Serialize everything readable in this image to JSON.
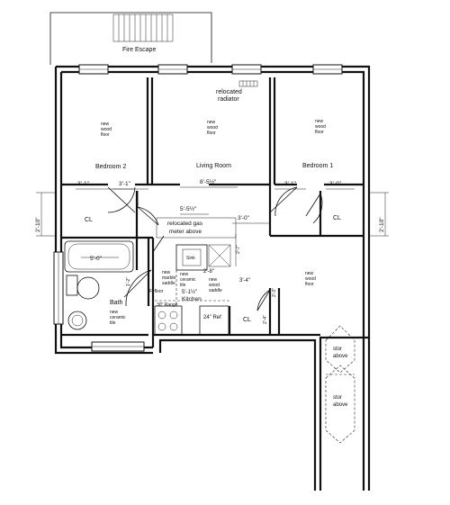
{
  "plan": {
    "fire_escape": "Fire Escape",
    "rooms": {
      "bedroom2": "Bedroom 2",
      "living_room": "Living Room",
      "bedroom1": "Bedroom 1",
      "bath": "Bath",
      "kitchen": "Kitchen",
      "closet_left": "CL",
      "closet_right": "CL",
      "closet_kitchen": "CL"
    },
    "notes": {
      "relocated_radiator": [
        "relocated",
        "radiator"
      ],
      "relocated_gas": [
        "relocated gas",
        "meter above"
      ],
      "wood_floor_bed2": [
        "new",
        "wood",
        "floor"
      ],
      "wood_floor_living": [
        "new",
        "wood",
        "floor"
      ],
      "wood_floor_bed1": [
        "new",
        "wood",
        "floor"
      ],
      "wood_floor_right": [
        "new",
        "wood",
        "floor"
      ],
      "marble_saddle": [
        "new",
        "marble",
        "saddle"
      ],
      "ceramic_tile_kitchen": [
        "new",
        "ceramic",
        "tile"
      ],
      "wood_saddle": [
        "new",
        "wood",
        "saddle"
      ],
      "ceramic_tile_bath": [
        "new",
        "ceramic",
        "tile"
      ],
      "stor_above_1": [
        "stor",
        "above"
      ],
      "stor_above_2": [
        "stor",
        "above"
      ],
      "sink": "Sink",
      "floor": "Fl floor",
      "range": "30\" Range",
      "ref": "24\" Ref"
    },
    "dimensions": {
      "d_3_1_a": "3'-1\"",
      "d_3_1_b": "3'-1\"",
      "d_8_5": "8'-5½\"",
      "d_3_1_c": "3'-1\"",
      "d_3_0_a": "3'-0\"",
      "d_5_5": "5'-5½\"",
      "d_3_0_b": "3'-0\"",
      "d_2_10_left": "2'-10\"",
      "d_2_10_right": "2'-10\"",
      "d_5_0": "5'-0\"",
      "d_2_8": "2'-8\"",
      "d_5_1": "5'-1½\"",
      "d_3_4": "3'-4\"",
      "d_1_2": "1'-2\"",
      "d_2_7": "2'-7\"",
      "d_2_3": "2'-3\"",
      "d_2_4": "2'-4\""
    }
  }
}
